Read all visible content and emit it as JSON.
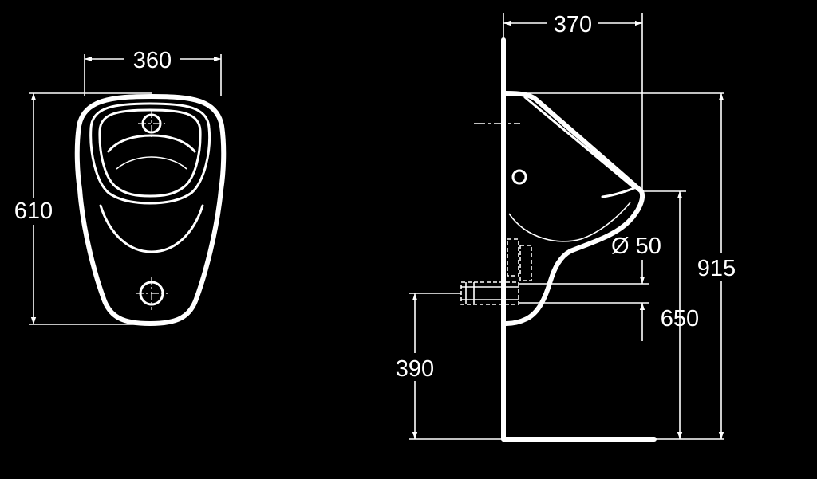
{
  "front_view": {
    "width_label": "360",
    "height_label": "610"
  },
  "side_view": {
    "depth_label": "370",
    "total_height_label": "915",
    "rim_height_label": "650",
    "outlet_height_label": "390",
    "inlet_diameter_label": "Ø 50"
  },
  "colors": {
    "background": "#000000",
    "line": "#ffffff"
  }
}
